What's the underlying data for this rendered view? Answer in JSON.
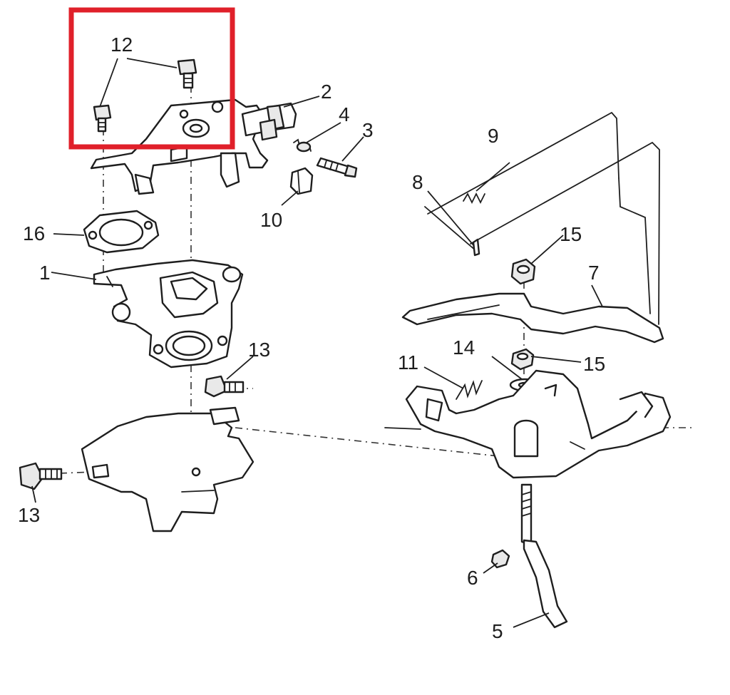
{
  "highlight": {
    "color": "#e0202a"
  },
  "colors": {
    "ink": "#1e1e1e",
    "background": "#ffffff"
  },
  "callouts": {
    "c1": "1",
    "c2": "2",
    "c3": "3",
    "c4": "4",
    "c5": "5",
    "c6": "6",
    "c7": "7",
    "c8": "8",
    "c9": "9",
    "c10": "10",
    "c11": "11",
    "c12": "12",
    "c13a": "13",
    "c13b": "13",
    "c14": "14",
    "c15a": "15",
    "c15b": "15",
    "c16": "16"
  }
}
